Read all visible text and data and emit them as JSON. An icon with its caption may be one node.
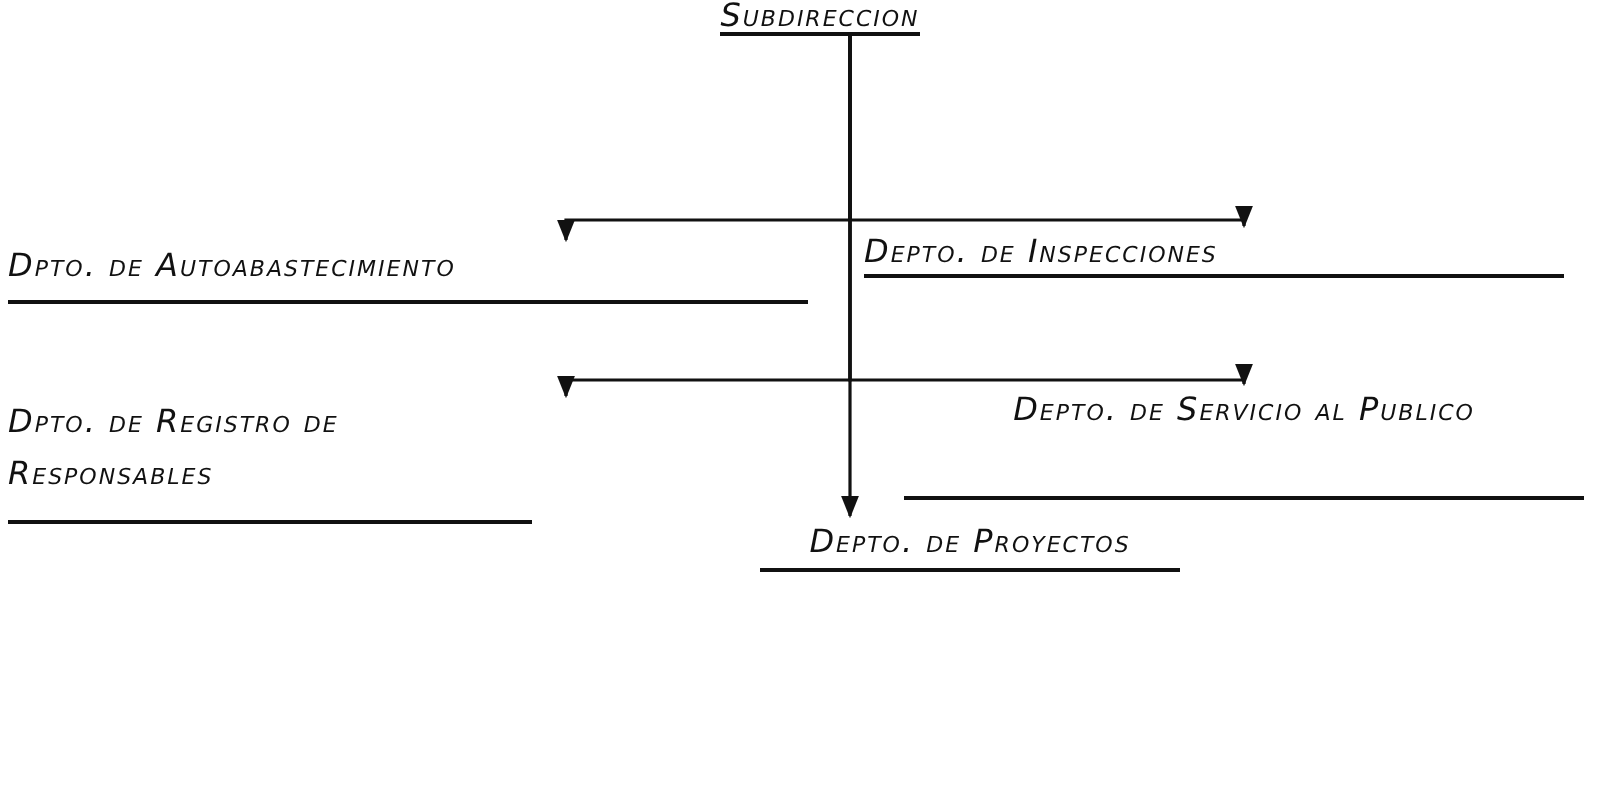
{
  "diagram": {
    "nodes": [
      {
        "text": [
          "Subdireccion"
        ]
      },
      {
        "text": [
          "Dpto. de Autoabastecimiento"
        ]
      },
      {
        "text": [
          "Depto. de Inspecciones"
        ]
      },
      {
        "text": [
          "Dpto. de Registro de Responsables"
        ]
      },
      {
        "text": [
          "Depto. de Servicio al Publico"
        ]
      },
      {
        "text": [
          "Depto. de Proyectos"
        ]
      }
    ],
    "edges": [
      {
        "from": 0,
        "to": 1,
        "arrow": "to"
      },
      {
        "from": 0,
        "to": 2,
        "arrow": "to"
      },
      {
        "from": 0,
        "to": 3,
        "arrow": "to"
      },
      {
        "from": 0,
        "to": 4,
        "arrow": "to"
      },
      {
        "from": 0,
        "to": 5,
        "arrow": "to"
      }
    ]
  }
}
